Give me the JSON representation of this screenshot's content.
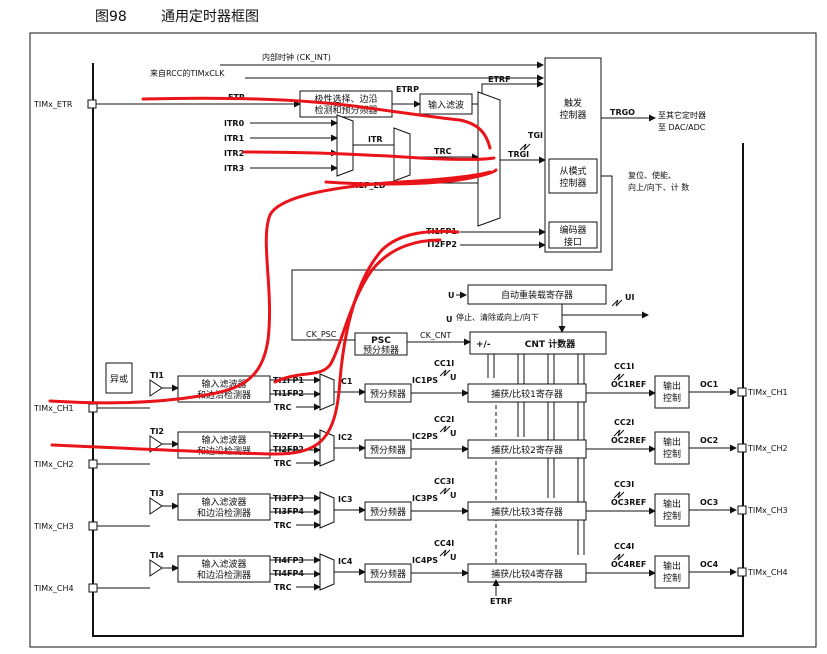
{
  "figure": {
    "number": "图98",
    "title": "通用定时器框图"
  },
  "top": {
    "internal_clock": "内部时钟 (CK_INT)",
    "rcc_clock": "来自RCC的TIMxCLK",
    "etrf": "ETRF",
    "etr": "ETR",
    "etrp": "ETRP",
    "trgo": "TRGO",
    "trgo_dest_1": "至其它定时器",
    "trgo_dest_2": "至 DAC/ADC",
    "tgi": "TGI",
    "trgi": "TRGI",
    "itr": "ITR",
    "trc": "TRC",
    "ti1f_ed": "TI1F_ED",
    "ti1fp1": "TI1FP1",
    "ti2fp2": "TI2FP2",
    "reset_line": "复位、使能、",
    "updown_line": "向上/向下、计 数",
    "itr_inputs": [
      "ITR0",
      "ITR1",
      "ITR2",
      "ITR3"
    ]
  },
  "blocks": {
    "polarity_1": "极性选择、边沿",
    "polarity_2": "检测和预分频器",
    "input_filter": "输入滤波",
    "trigger_1": "触发",
    "trigger_2": "控制器",
    "slave_1": "从模式",
    "slave_2": "控制器",
    "encoder_1": "编码器",
    "encoder_2": "接口",
    "autoreload": "自动重装载寄存器",
    "stop_clear": "停止、清除或向上/向下",
    "cnt_prefix": "+/-",
    "cnt": "CNT 计数器",
    "psc_1": "PSC",
    "psc_2": "预分频器",
    "ck_psc": "CK_PSC",
    "ck_cnt": "CK_CNT",
    "xor": "异或",
    "filter_1": "输入滤波器",
    "filter_2": "和边沿检测器",
    "prescaler": "预分频器",
    "output_1": "输出",
    "output_2": "控制",
    "etrf_bottom": "ETRF",
    "ui_top": "U",
    "ui_label": "UI",
    "u_label": "U"
  },
  "pins": {
    "etr": "TIMx_ETR",
    "ch_in": [
      "TIMx_CH1",
      "TIMx_CH2",
      "TIMx_CH3",
      "TIMx_CH4"
    ],
    "ch_out": [
      "TIMx_CH1",
      "TIMx_CH2",
      "TIMx_CH3",
      "TIMx_CH4"
    ]
  },
  "channels": [
    {
      "ti": "TI1",
      "fpa": "TI1FP1",
      "fpb": "TI1FP2",
      "ic": "IC1",
      "icps": "IC1PS",
      "cci": "CC1I",
      "ccr": "捕获/比较1寄存器",
      "ref": "OC1REF",
      "cci_out": "CC1I",
      "oc": "OC1"
    },
    {
      "ti": "TI2",
      "fpa": "TI2FP1",
      "fpb": "TI2FP2",
      "ic": "IC2",
      "icps": "IC2PS",
      "cci": "CC2I",
      "ccr": "捕获/比较2寄存器",
      "ref": "OC2REF",
      "cci_out": "CC2I",
      "oc": "OC2"
    },
    {
      "ti": "TI3",
      "fpa": "TI3FP3",
      "fpb": "TI3FP4",
      "ic": "IC3",
      "icps": "IC3PS",
      "cci": "CC3I",
      "ccr": "捕获/比较3寄存器",
      "ref": "OC3REF",
      "cci_out": "CC3I",
      "oc": "OC3"
    },
    {
      "ti": "TI4",
      "fpa": "TI4FP3",
      "fpb": "TI4FP4",
      "ic": "IC4",
      "icps": "IC4PS",
      "cci": "CC4I",
      "ccr": "捕获/比较4寄存器",
      "ref": "OC4REF",
      "cci_out": "CC4I",
      "oc": "OC4"
    }
  ],
  "colors": {
    "line": "#111111",
    "annotation": "#e8141a",
    "frame": "#111111"
  }
}
